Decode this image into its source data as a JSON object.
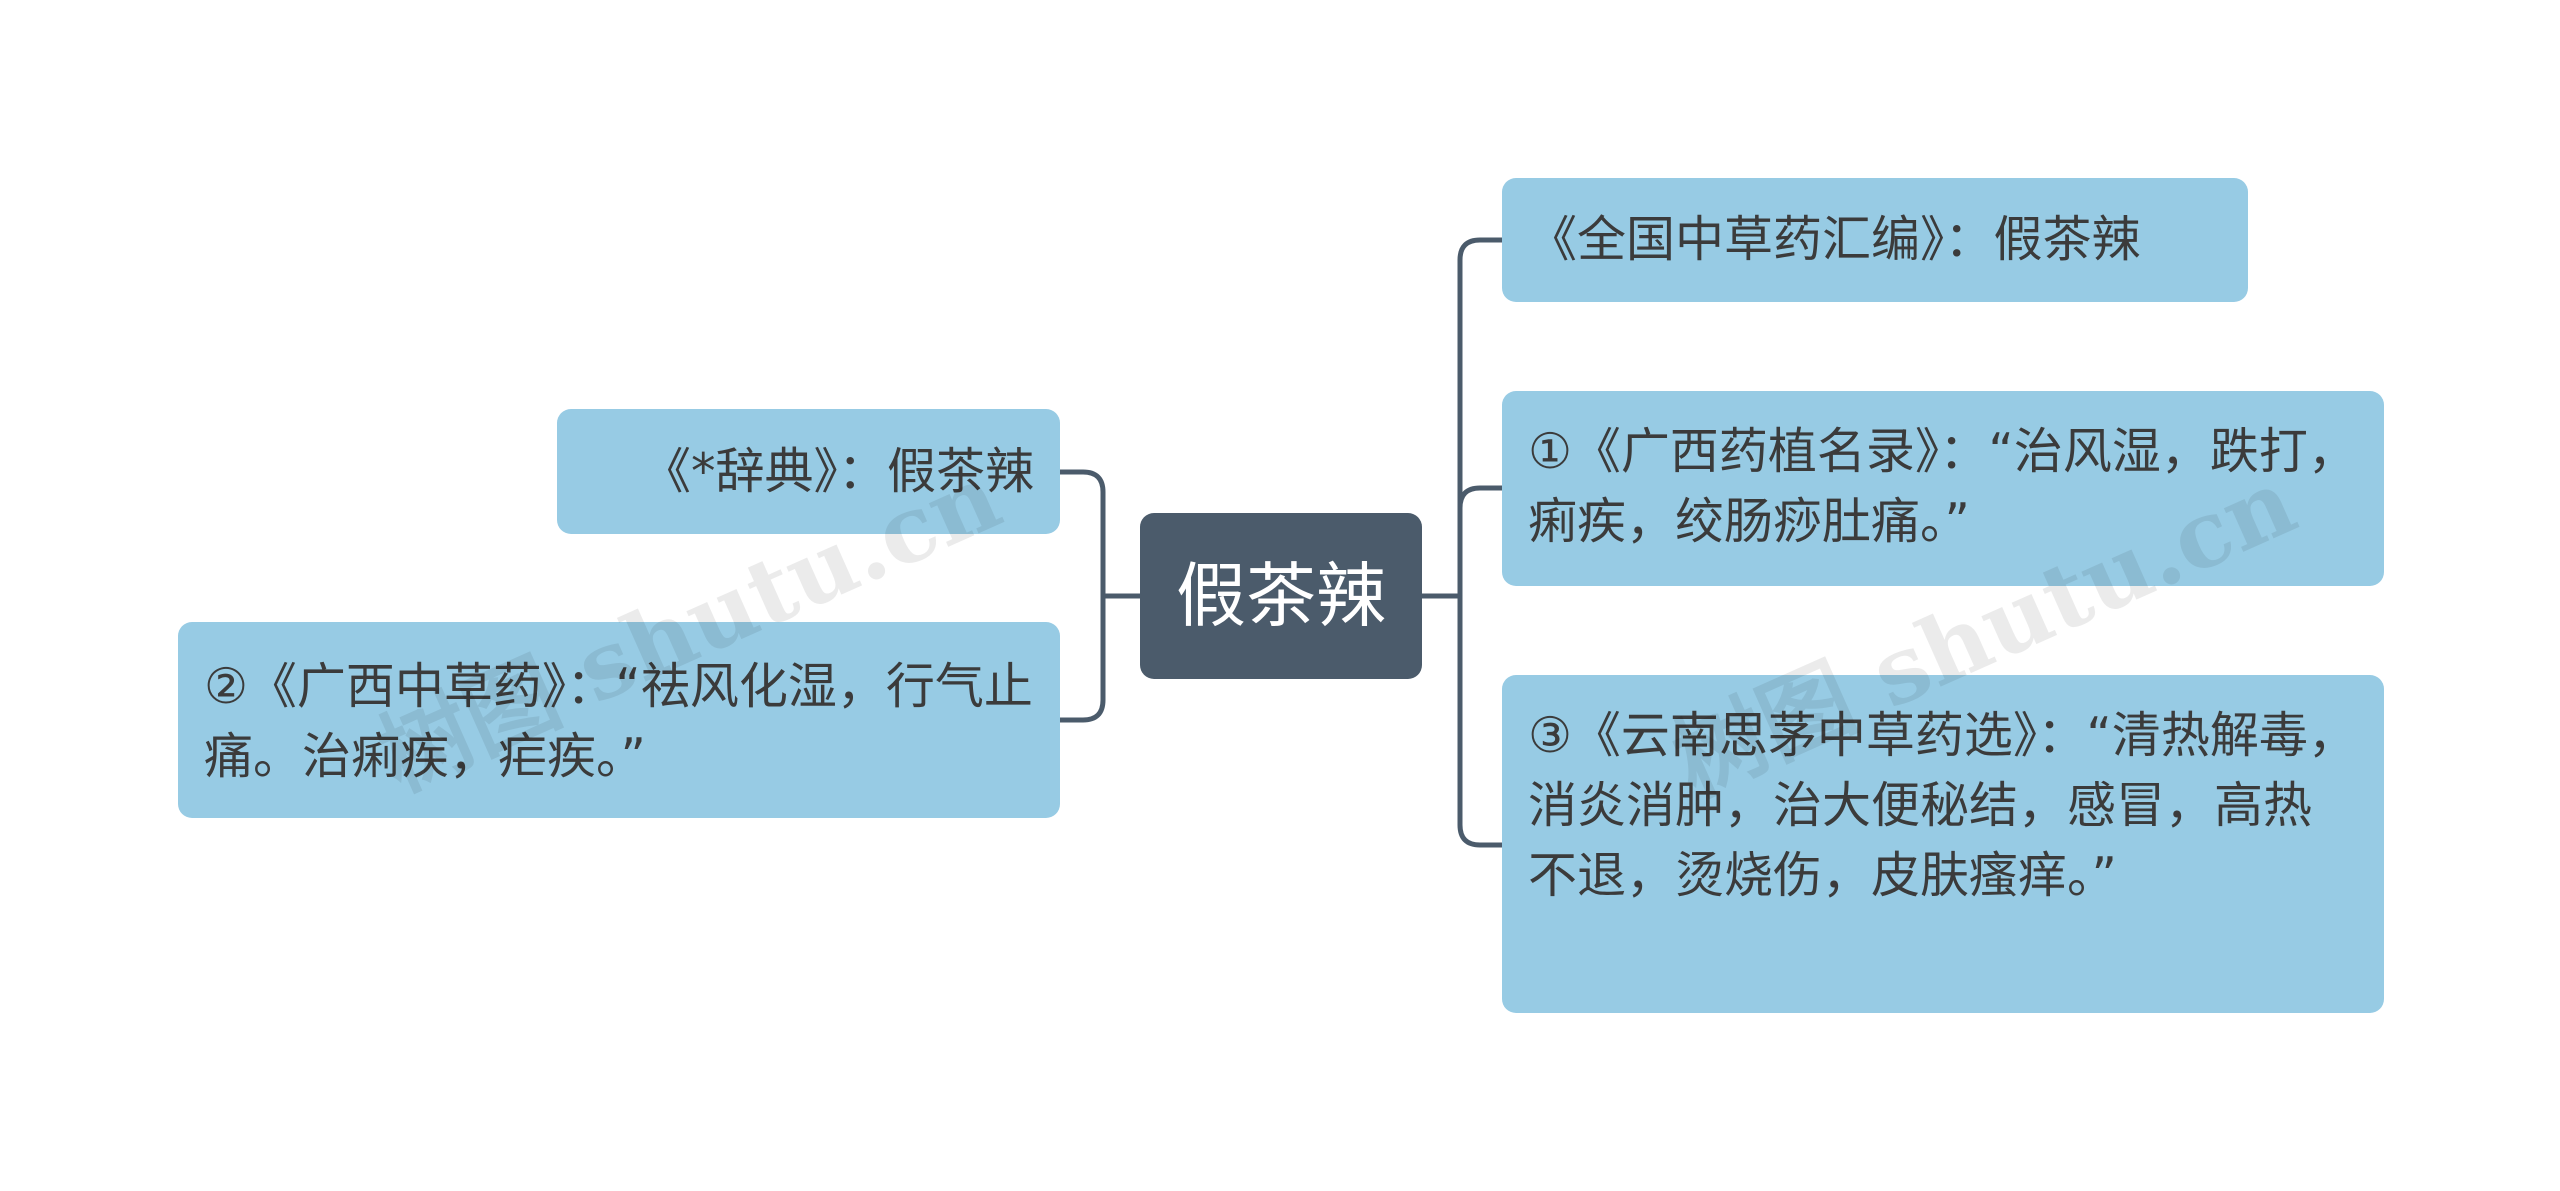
{
  "root": {
    "label": "假茶辣"
  },
  "left_nodes": [
    {
      "label": "《*辞典》：假茶辣"
    },
    {
      "label": "②《广西中草药》：“祛风化湿，行气止痛。治痢疾，疟疾。”"
    }
  ],
  "right_nodes": [
    {
      "label": "《全国中草药汇编》：假茶辣"
    },
    {
      "label": "①《广西药植名录》：“治风湿，跌打，痢疾，绞肠痧肚痛。”"
    },
    {
      "label": "③《云南思茅中草药选》：“清热解毒，消炎消肿，治大便秘结，感冒，高热不退，烫烧伤，皮肤瘙痒。”"
    }
  ],
  "watermarks": [
    "树图 shutu.cn",
    "树图 shutu.cn"
  ],
  "colors": {
    "root_fill": "#4b5b6b",
    "node_fill": "#97cbe4",
    "connector": "#4b5b6b"
  }
}
